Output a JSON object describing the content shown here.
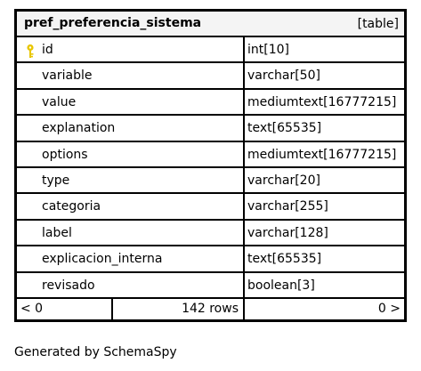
{
  "table": {
    "name": "pref_preferencia_sistema",
    "kind": "[table]",
    "columns": [
      {
        "name": "id",
        "type": "int[10]",
        "primary_key": true,
        "icon": "key-icon"
      },
      {
        "name": "variable",
        "type": "varchar[50]"
      },
      {
        "name": "value",
        "type": "mediumtext[16777215]"
      },
      {
        "name": "explanation",
        "type": "text[65535]"
      },
      {
        "name": "options",
        "type": "mediumtext[16777215]"
      },
      {
        "name": "type",
        "type": "varchar[20]"
      },
      {
        "name": "categoria",
        "type": "varchar[255]"
      },
      {
        "name": "label",
        "type": "varchar[128]"
      },
      {
        "name": "explicacion_interna",
        "type": "text[65535]"
      },
      {
        "name": "revisado",
        "type": "boolean[3]"
      }
    ],
    "footer": {
      "parents": "< 0",
      "rows": "142 rows",
      "children": "0 >"
    }
  },
  "generated_by": "Generated by SchemaSpy",
  "colors": {
    "header_bg": "#f4f4f4",
    "key_icon": "#e8c600",
    "border": "#000000"
  }
}
